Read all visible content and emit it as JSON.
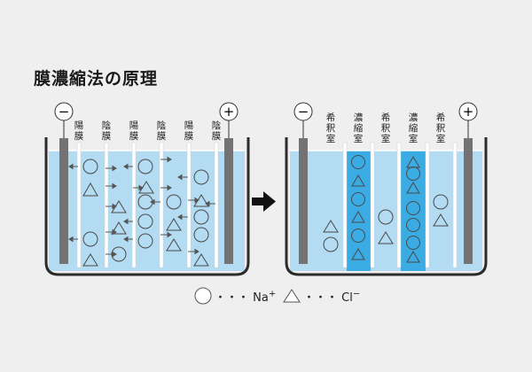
{
  "title": "膜濃縮法の原理",
  "left_tank": {
    "membrane_labels": [
      "陽膜",
      "陰膜",
      "陽膜",
      "陰膜",
      "陽膜",
      "陰膜"
    ],
    "minus_symbol": "−",
    "plus_symbol": "+"
  },
  "right_tank": {
    "compartment_labels": [
      "希釈室",
      "濃縮室",
      "希釈室",
      "濃縮室",
      "希釈室"
    ],
    "minus_symbol": "−",
    "plus_symbol": "+"
  },
  "legend": {
    "circle_label": "Na",
    "circle_sup": "+",
    "triangle_label": "Cl",
    "triangle_sup": "−",
    "dots": "・・・"
  },
  "colors": {
    "water": "#b3dcf2",
    "concentrate": "#3aace3",
    "electrode": "#737373",
    "tank_outline": "#2b2b2b"
  }
}
